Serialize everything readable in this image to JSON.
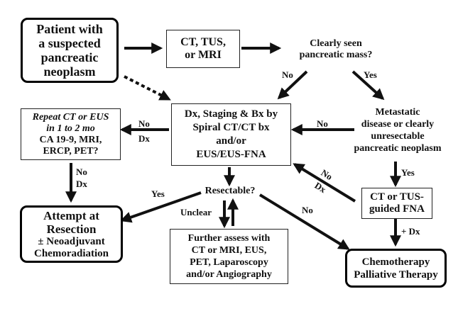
{
  "nodes": {
    "patient": [
      "Patient with",
      "a suspected",
      "pancreatic",
      "neoplasm"
    ],
    "imaging": [
      "CT, TUS,",
      "or MRI"
    ],
    "clearly_seen": [
      "Clearly seen",
      "pancreatic mass?"
    ],
    "dx_staging": [
      "Dx,  Staging & Bx by",
      "Spiral CT/CT bx",
      "and/or",
      "EUS/EUS-FNA"
    ],
    "repeat": [
      "Repeat CT or EUS",
      "in 1 to 2 mo",
      "CA 19-9, MRI,",
      "ERCP, PET?"
    ],
    "metastatic": [
      "Metastatic",
      "disease or clearly",
      "unresectable",
      "pancreatic neoplasm"
    ],
    "resectable": "Resectable?",
    "attempt": [
      "Attempt at",
      "Resection",
      "± Neoadjuvant",
      "Chemoradiation"
    ],
    "further": [
      "Further assess with",
      "CT or MRI, EUS,",
      "PET, Laparoscopy",
      "and/or Angiography"
    ],
    "fna": [
      "CT or TUS-",
      "guided FNA"
    ],
    "chemo": [
      "Chemotherapy",
      "Palliative Therapy"
    ]
  },
  "edge_labels": {
    "clearly_no": "No",
    "clearly_yes": "Yes",
    "dx_no": "No",
    "dx_dx": "Dx",
    "met_no": "No",
    "met_yes": "Yes",
    "repeat_no": "No",
    "repeat_dx": "Dx",
    "fna_no": "No",
    "fna_dx": "Dx",
    "res_yes": "Yes",
    "res_unclear": "Unclear",
    "res_no": "No",
    "fna_plus_dx": "+ Dx"
  },
  "colors": {
    "line": "#111111",
    "border_frame": "#000000",
    "background": "#ffffff"
  }
}
